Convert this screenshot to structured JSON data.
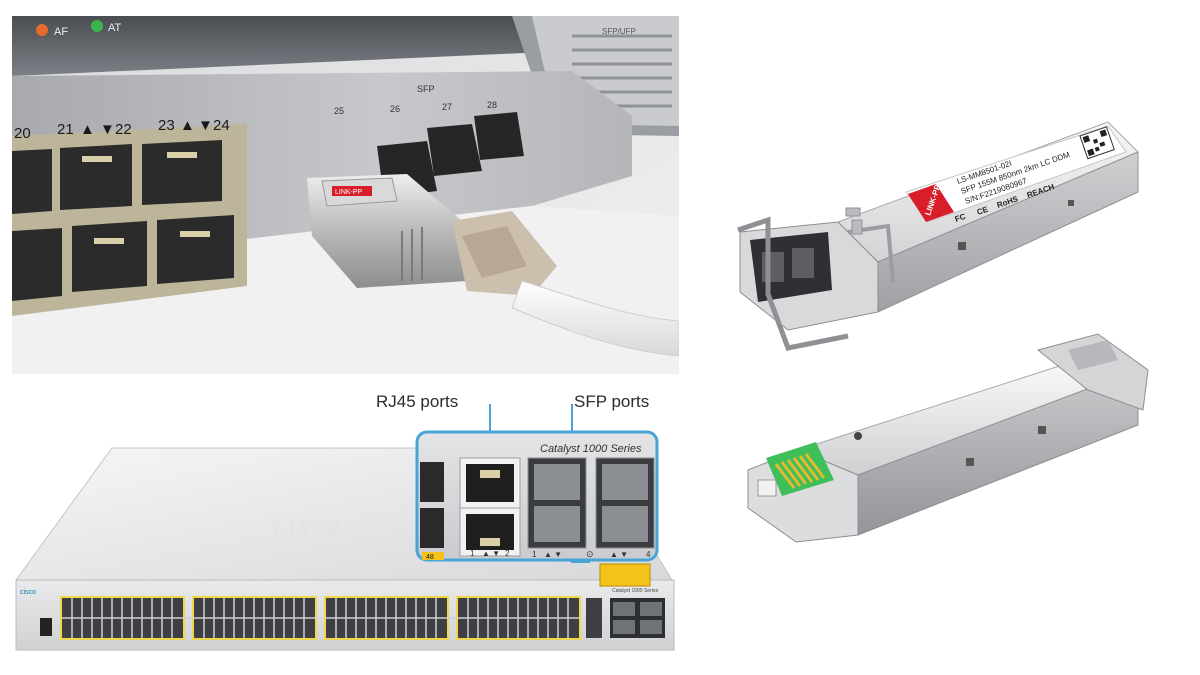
{
  "photo": {
    "switch_port_numbers": [
      "20",
      "21",
      "22",
      "23",
      "24"
    ],
    "sfp_port_numbers": [
      "25",
      "26",
      "27",
      "28"
    ],
    "sfp_group_label": "SFP",
    "panel_tag": "SFP/UFP",
    "status_leds": [
      "AF",
      "AT"
    ],
    "module_brand": "LINK-PP"
  },
  "diagram": {
    "rj45_callout": "RJ45 ports",
    "sfp_callout": "SFP ports",
    "series_label": "Catalyst 1000 Series",
    "brand_faceplate": "cisco",
    "port_badge": "48",
    "rj45_pair_label_left": "1",
    "rj45_pair_label_right": "2",
    "sfp_pair_label_left": "1",
    "sfp_pair_label_right": "4",
    "mini_brand": "cisco",
    "mini_series": "Catalyst 1000 Series"
  },
  "module_top": {
    "brand": "LINK-PP",
    "line1": "LS-MM8501-02I",
    "line2": "SFP 155M 850nm 2km LC DDM",
    "line3": "S/N:F2219080967",
    "marks": [
      "FC",
      "CE",
      "RoHS",
      "REACH"
    ]
  },
  "colors": {
    "callout_blue": "#4aa3d6",
    "brand_red": "#d81e2a",
    "warning_yellow": "#f4c21a",
    "pcb_green": "#3fbf5a",
    "gold": "#e5b82e"
  }
}
